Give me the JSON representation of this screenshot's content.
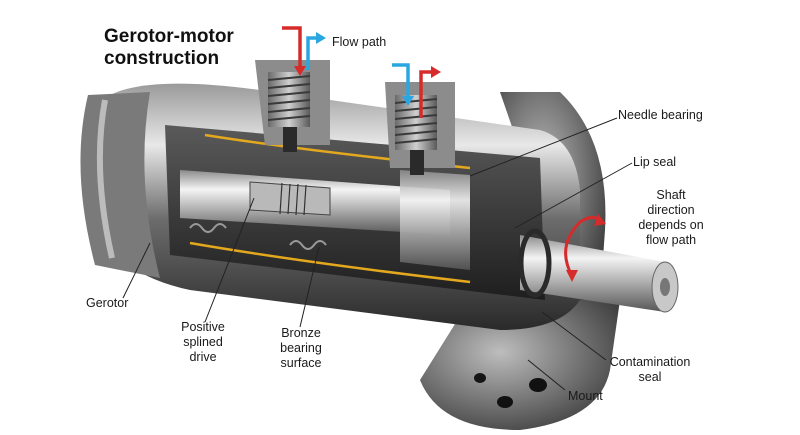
{
  "title": {
    "line1": "Gerotor-motor",
    "line2": "construction"
  },
  "labels": {
    "flow_path": "Flow path",
    "needle_bearing": "Needle bearing",
    "lip_seal": "Lip seal",
    "shaft_direction": [
      "Shaft",
      "direction",
      "depends on",
      "flow path"
    ],
    "gerotor": "Gerotor",
    "positive_splined_drive": [
      "Positive",
      "splined",
      "drive"
    ],
    "bronze_bearing_surface": [
      "Bronze",
      "bearing",
      "surface"
    ],
    "contamination_seal": [
      "Contamination",
      "seal"
    ],
    "mount": "Mount"
  },
  "colors": {
    "flow_in": "#d62b2b",
    "flow_out": "#2aa7e0",
    "bronze_line": "#e3a81e",
    "leader": "#222222"
  },
  "icons": [
    "flow-in-arrow-icon",
    "flow-out-arrow-icon",
    "rotation-arrow-icon"
  ]
}
